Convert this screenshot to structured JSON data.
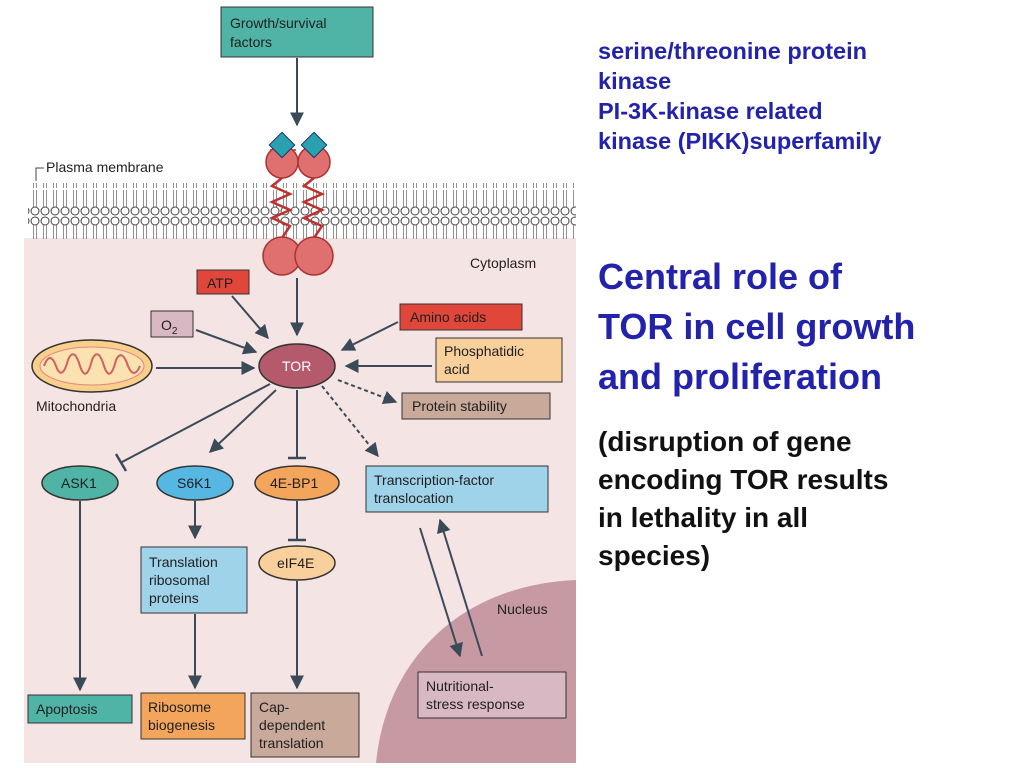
{
  "diagram": {
    "nodes": {
      "growth": [
        "Growth/survival",
        "factors"
      ],
      "plasma_membrane": "Plasma membrane",
      "cytoplasm": "Cytoplasm",
      "atp": "ATP",
      "o2_main": "O",
      "o2_sub": "2",
      "amino_acids": "Amino acids",
      "phosphatidic": [
        "Phosphatidic",
        "acid"
      ],
      "mitochondria": "Mitochondria",
      "tor": "TOR",
      "protein_stability": "Protein stability",
      "ask1": "ASK1",
      "s6k1": "S6K1",
      "fourebp1": "4E-BP1",
      "tf_translocation": [
        "Transcription-factor",
        "translocation"
      ],
      "translation_ribosomal": [
        "Translation",
        "ribosomal",
        "proteins"
      ],
      "eif4e": "eIF4E",
      "nucleus": "Nucleus",
      "apoptosis": "Apoptosis",
      "ribosome_biogenesis": [
        "Ribosome",
        "biogenesis"
      ],
      "cap_dependent": [
        "Cap-",
        "dependent",
        "translation"
      ],
      "nutritional_stress": [
        "Nutritional-",
        "stress response"
      ]
    },
    "colors": {
      "teal_box": "#4fb3a6",
      "blue_box": "#9fd3ea",
      "red_box": "#e0473a",
      "orange_box": "#f3a55c",
      "peach_box": "#f9cf9c",
      "tan_box": "#c9a99a",
      "mauve_box": "#d8b8c2",
      "tor_node": "#b55a6d",
      "oval_teal": "#4fb3a6",
      "oval_blue": "#57b7e3",
      "oval_orange": "#f3a55c",
      "oval_peach": "#f9cf9c",
      "cytoplasm_bg": "#f5e4e4",
      "nucleus_fill": "#c79aa3",
      "arrow": "#3b4a59",
      "side_text": "#2222aa"
    }
  },
  "side_text": {
    "top_lines": [
      "serine/threonine protein",
      "kinase",
      "PI-3K-kinase related",
      "kinase (PIKK)superfamily"
    ],
    "title_lines": [
      "Central role of",
      "TOR in cell growth",
      "and proliferation"
    ],
    "note_lines": [
      "(disruption of gene",
      "encoding TOR results",
      "in lethality in all",
      "species)"
    ]
  }
}
